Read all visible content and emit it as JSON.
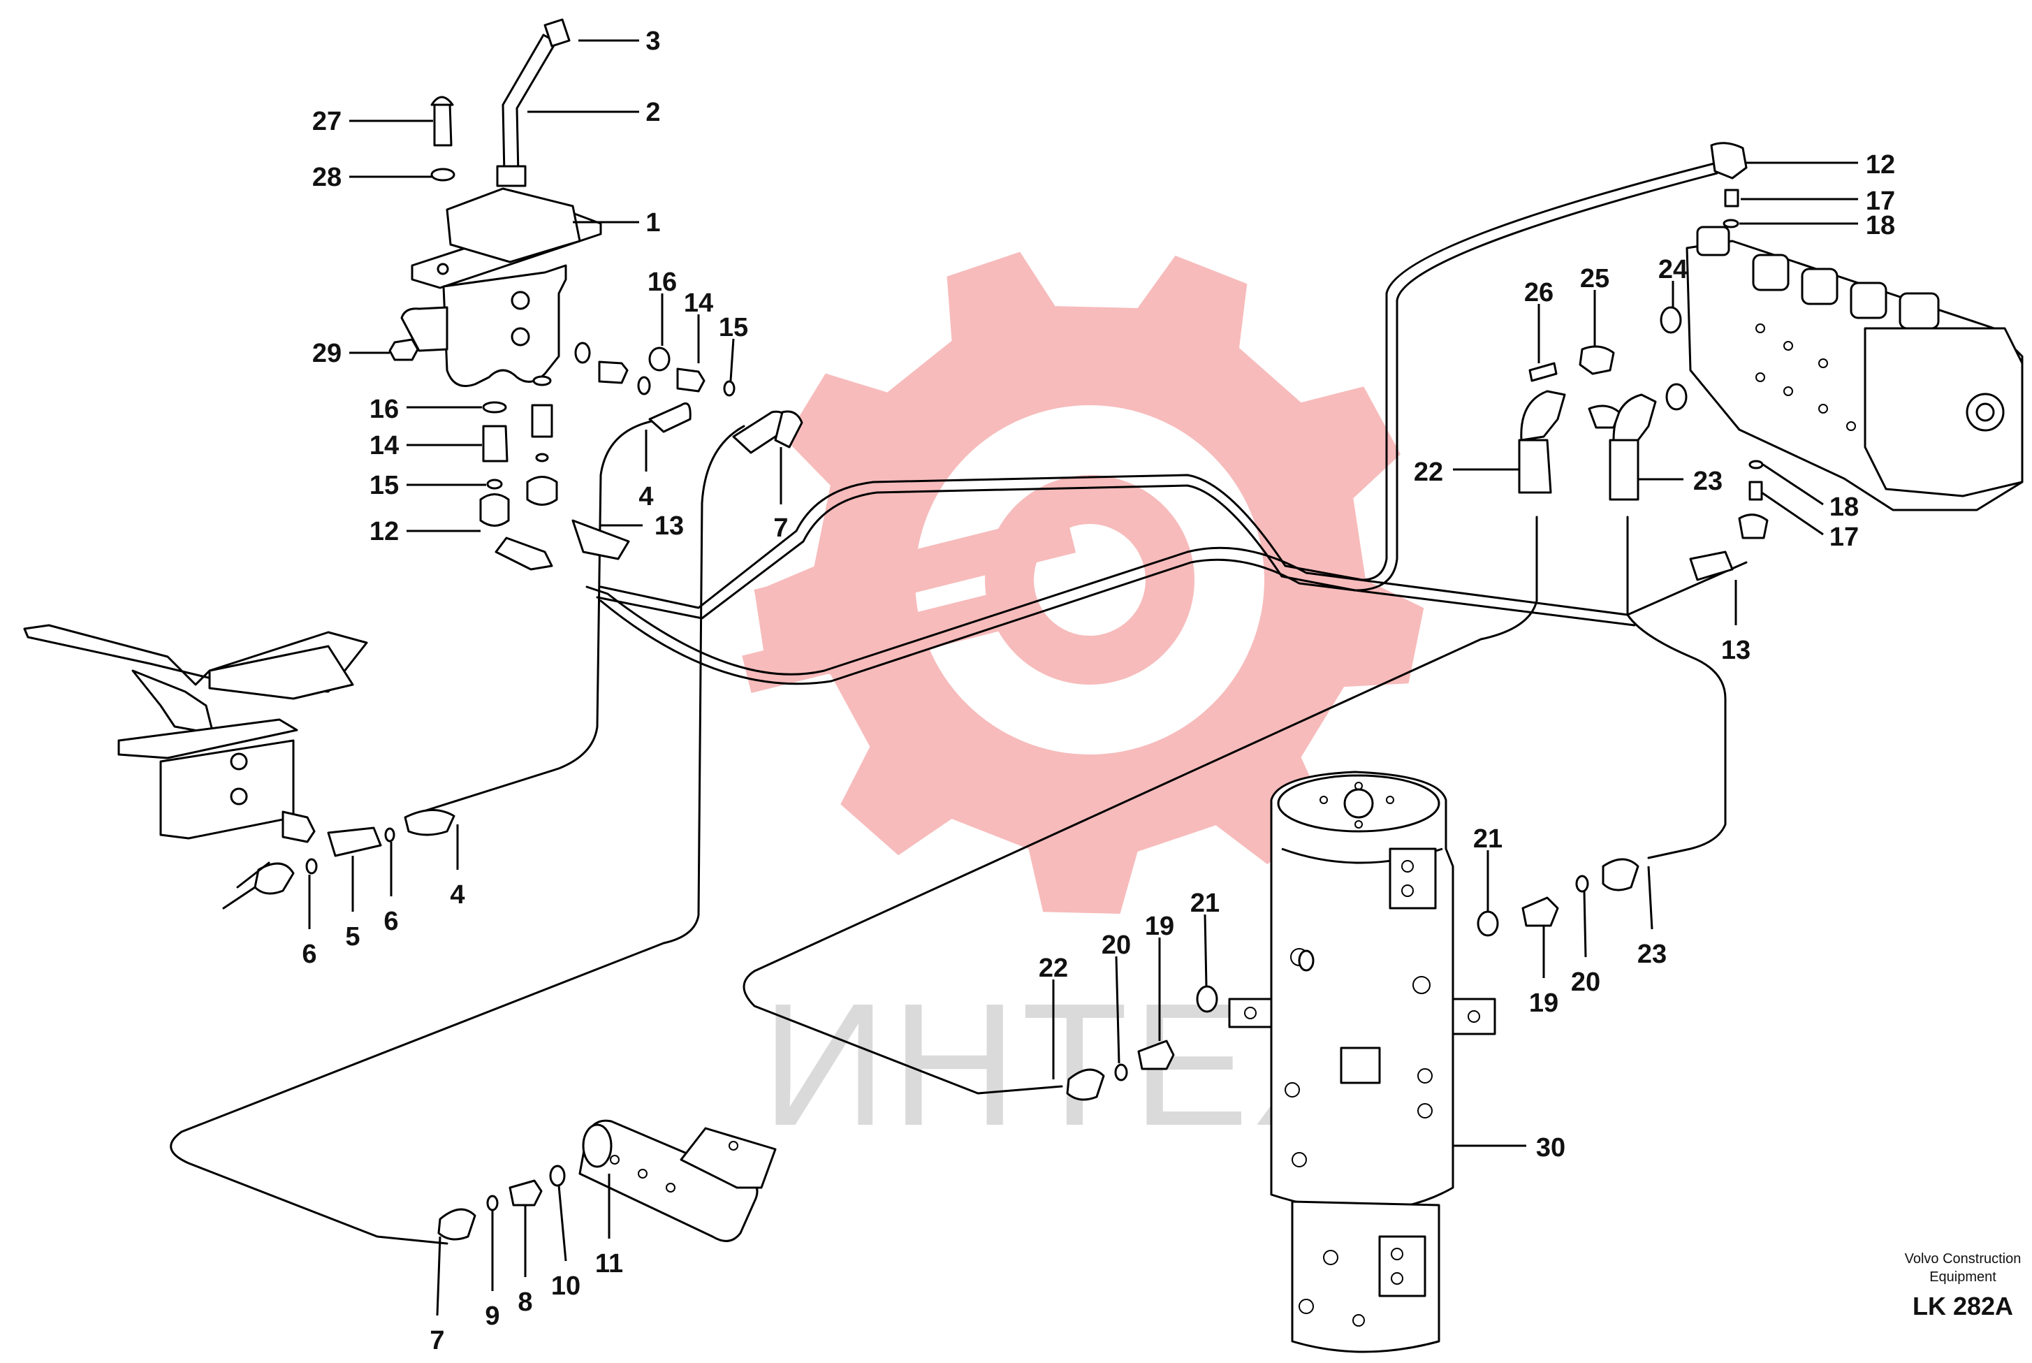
{
  "watermark": {
    "text": "ИНТЕХ",
    "color": "#f7b8b8"
  },
  "credit": {
    "line1": "Volvo Construction",
    "line2": "Equipment",
    "code": "LK 282A"
  },
  "callouts": [
    {
      "id": "c-3a",
      "label": "3"
    },
    {
      "id": "c-2a",
      "label": "2"
    },
    {
      "id": "c-27",
      "label": "27"
    },
    {
      "id": "c-28",
      "label": "28"
    },
    {
      "id": "c-1",
      "label": "1"
    },
    {
      "id": "c-29",
      "label": "29"
    },
    {
      "id": "c-16a",
      "label": "16"
    },
    {
      "id": "c-14a",
      "label": "14"
    },
    {
      "id": "c-15a",
      "label": "15"
    },
    {
      "id": "c-16b",
      "label": "16"
    },
    {
      "id": "c-14b",
      "label": "14"
    },
    {
      "id": "c-15b",
      "label": "15"
    },
    {
      "id": "c-12a",
      "label": "12"
    },
    {
      "id": "c-4a",
      "label": "4"
    },
    {
      "id": "c-13a",
      "label": "13"
    },
    {
      "id": "c-7a",
      "label": "7"
    },
    {
      "id": "c-12b",
      "label": "12"
    },
    {
      "id": "c-17a",
      "label": "17"
    },
    {
      "id": "c-18a",
      "label": "18"
    },
    {
      "id": "c-26",
      "label": "26"
    },
    {
      "id": "c-25",
      "label": "25"
    },
    {
      "id": "c-24",
      "label": "24"
    },
    {
      "id": "c-22a",
      "label": "22"
    },
    {
      "id": "c-23a",
      "label": "23"
    },
    {
      "id": "c-18b",
      "label": "18"
    },
    {
      "id": "c-17b",
      "label": "17"
    },
    {
      "id": "c-13b",
      "label": "13"
    },
    {
      "id": "c-6a",
      "label": "6"
    },
    {
      "id": "c-5",
      "label": "5"
    },
    {
      "id": "c-6b",
      "label": "6"
    },
    {
      "id": "c-4b",
      "label": "4"
    },
    {
      "id": "c-21a",
      "label": "21"
    },
    {
      "id": "c-19a",
      "label": "19"
    },
    {
      "id": "c-20a",
      "label": "20"
    },
    {
      "id": "c-23b",
      "label": "23"
    },
    {
      "id": "c-22b",
      "label": "22"
    },
    {
      "id": "c-20b",
      "label": "20"
    },
    {
      "id": "c-19b",
      "label": "19"
    },
    {
      "id": "c-21b",
      "label": "21"
    },
    {
      "id": "c-30",
      "label": "30"
    },
    {
      "id": "c-7b",
      "label": "7"
    },
    {
      "id": "c-9",
      "label": "9"
    },
    {
      "id": "c-8",
      "label": "8"
    },
    {
      "id": "c-10",
      "label": "10"
    },
    {
      "id": "c-11",
      "label": "11"
    }
  ]
}
